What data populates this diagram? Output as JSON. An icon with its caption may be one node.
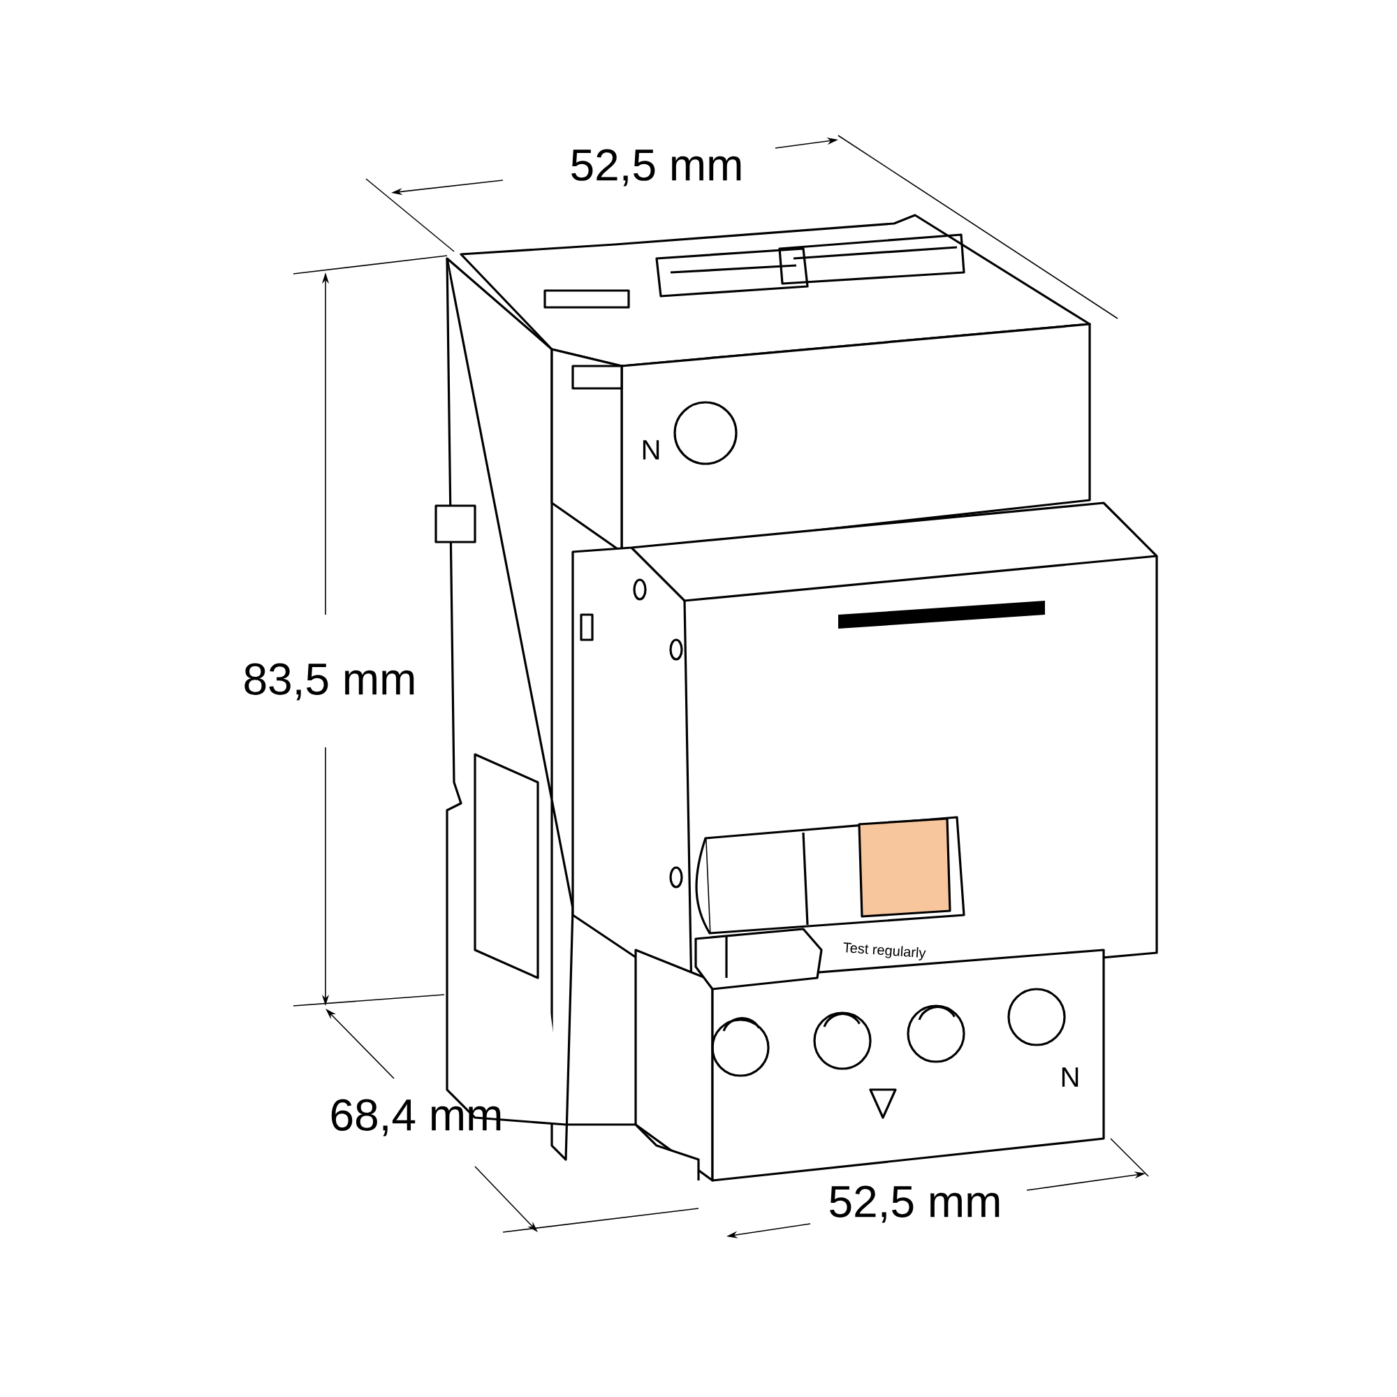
{
  "diagram": {
    "labels": [
      "52,5 mm",
      "N",
      "83,5 mm",
      "Test regularly",
      "N",
      "68,4 mm",
      "52,5 mm"
    ]
  }
}
